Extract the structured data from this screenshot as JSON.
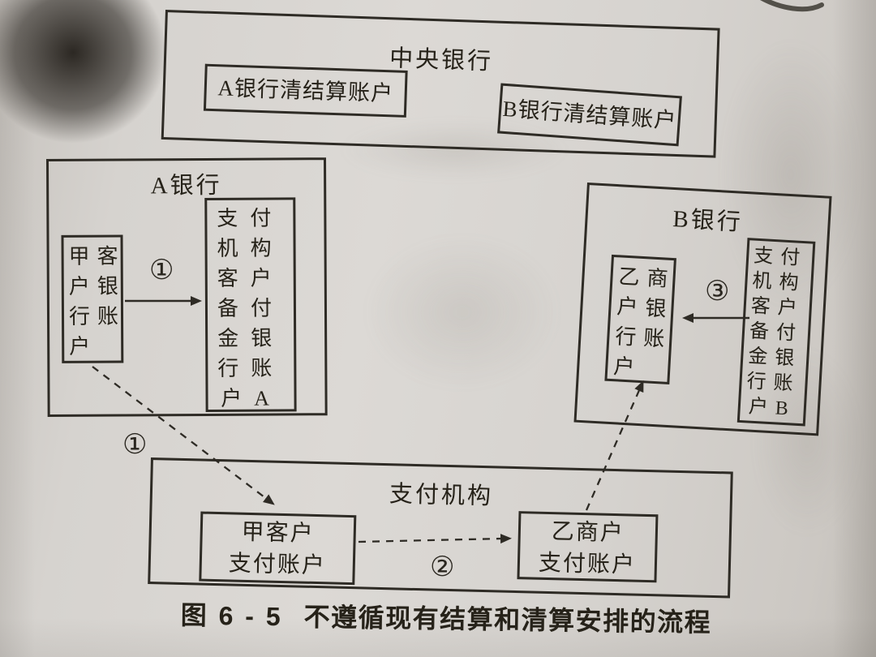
{
  "figure": {
    "label": "图 6 - 5",
    "caption": "不遵循现有结算和清算安排的流程"
  },
  "central_bank": {
    "title": "中央银行",
    "bank_a_account": "A银行清结算账户",
    "bank_b_account": "B银行清结算账户"
  },
  "bank_a": {
    "title": "A银行",
    "customer_account": "甲客户银行账户",
    "reserve_account": "支付机构客户备付金银行账户A"
  },
  "bank_b": {
    "title": "B银行",
    "merchant_account": "乙商户银行账户",
    "reserve_account": "支付机构客户备付金银行账户B"
  },
  "payment_institution": {
    "title": "支付机构",
    "customer_account": {
      "lines": [
        "甲客户",
        "支付账户"
      ]
    },
    "merchant_account": {
      "lines": [
        "乙商户",
        "支付账户"
      ]
    }
  },
  "flow_labels": {
    "step1": "①",
    "step2": "②",
    "step3": "③"
  },
  "colors": {
    "ink": "#2e2b25",
    "paper": "#d6d3cf"
  }
}
